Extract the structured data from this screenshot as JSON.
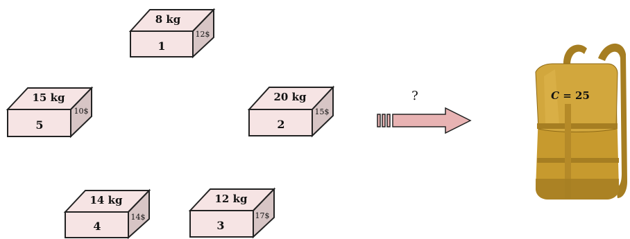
{
  "items": [
    {
      "id": "1",
      "weight": "8 kg",
      "value": "12$"
    },
    {
      "id": "2",
      "weight": "20 kg",
      "value": "15$"
    },
    {
      "id": "3",
      "weight": "12 kg",
      "value": "17$"
    },
    {
      "id": "4",
      "weight": "14 kg",
      "value": "14$"
    },
    {
      "id": "5",
      "weight": "15 kg",
      "value": "10$"
    }
  ],
  "arrow": {
    "label": "?"
  },
  "knapsack": {
    "capacity_var": "C",
    "capacity_rest": " = 25"
  },
  "colors": {
    "box_face": "#f6e4e4",
    "box_side": "#d7c5c5",
    "arrow_fill": "#e8b3b3",
    "bag_main": "#c79a2e",
    "bag_dark": "#8f6a16",
    "bag_light": "#dcb24a"
  },
  "icons": {
    "knapsack": "backpack-icon",
    "arrow": "right-arrow-icon"
  }
}
